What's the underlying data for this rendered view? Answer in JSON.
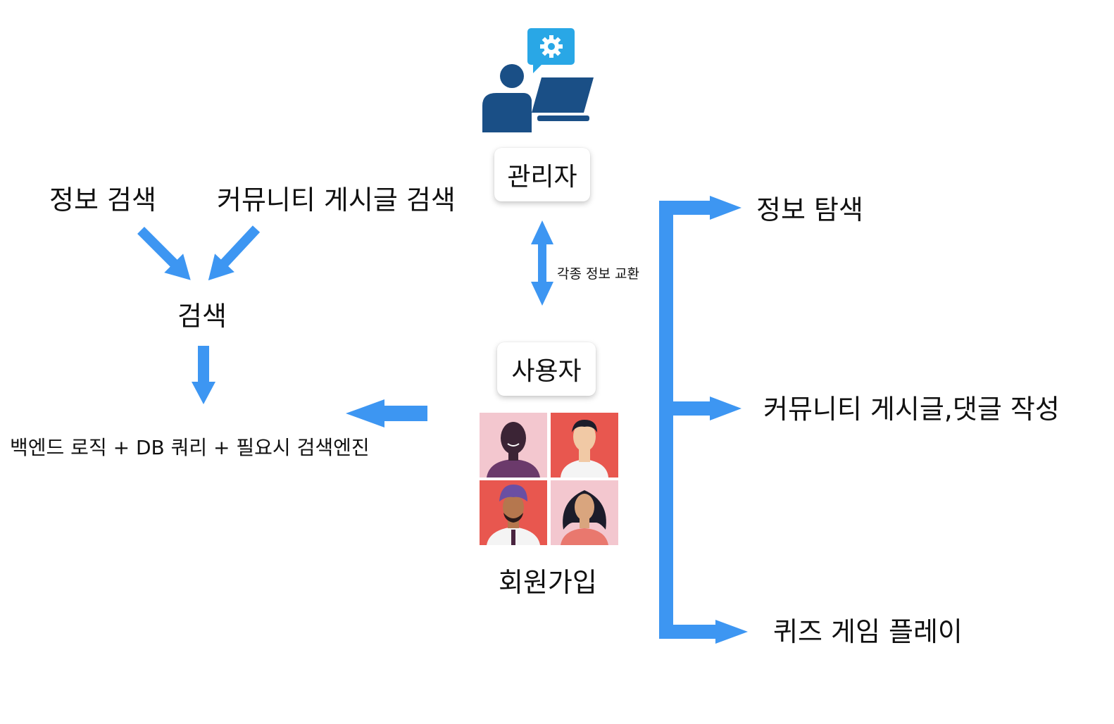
{
  "colors": {
    "arrow": "#3d96f2",
    "icon_dark": "#1a4f86",
    "icon_light": "#29a7e6"
  },
  "icons": {
    "admin": "admin-computer-icon",
    "settings": "gear-icon"
  },
  "left": {
    "info_search": "정보 검색",
    "community_search": "커뮤니티 게시글 검색",
    "search": "검색",
    "backend": "백엔드 로직 + DB 쿼리 + 필요시 검색엔진"
  },
  "center": {
    "admin": "관리자",
    "exchange": "각종 정보 교환",
    "user": "사용자",
    "signup": "회원가입"
  },
  "right": {
    "explore": "정보 탐색",
    "write": "커뮤니티 게시글,댓글 작성",
    "quiz": "퀴즈 게임 플레이"
  }
}
